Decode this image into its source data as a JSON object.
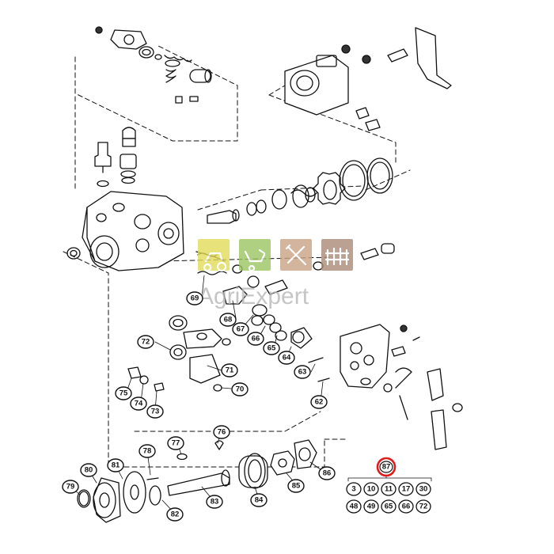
{
  "watermark": {
    "brand_part1": "Agri",
    "brand_part2": "Expert",
    "tile_colors": [
      "#e2dc5a",
      "#9cc462",
      "#c7a384",
      "#a98a78"
    ],
    "tile_icons": [
      "tractor-icon",
      "wheelbarrow-icon",
      "tools-icon",
      "fence-icon"
    ]
  },
  "callouts": [
    {
      "id": "69",
      "label": "69"
    },
    {
      "id": "68",
      "label": "68"
    },
    {
      "id": "67",
      "label": "67"
    },
    {
      "id": "66",
      "label": "66"
    },
    {
      "id": "65",
      "label": "65"
    },
    {
      "id": "64",
      "label": "64"
    },
    {
      "id": "63",
      "label": "63"
    },
    {
      "id": "62",
      "label": "62"
    },
    {
      "id": "72",
      "label": "72"
    },
    {
      "id": "71",
      "label": "71"
    },
    {
      "id": "70",
      "label": "70"
    },
    {
      "id": "75",
      "label": "75"
    },
    {
      "id": "74",
      "label": "74"
    },
    {
      "id": "73",
      "label": "73"
    },
    {
      "id": "77",
      "label": "77"
    },
    {
      "id": "76",
      "label": "76"
    },
    {
      "id": "78",
      "label": "78"
    },
    {
      "id": "79",
      "label": "79"
    },
    {
      "id": "80",
      "label": "80"
    },
    {
      "id": "81",
      "label": "81"
    },
    {
      "id": "82",
      "label": "82"
    },
    {
      "id": "83",
      "label": "83"
    },
    {
      "id": "84",
      "label": "84"
    },
    {
      "id": "85",
      "label": "85"
    },
    {
      "id": "86",
      "label": "86"
    }
  ],
  "kit": {
    "label": "87",
    "highlight_color": "#e11a1a",
    "row1": [
      "3",
      "10",
      "11",
      "17",
      "30"
    ],
    "row2": [
      "48",
      "49",
      "65",
      "66",
      "72"
    ]
  }
}
